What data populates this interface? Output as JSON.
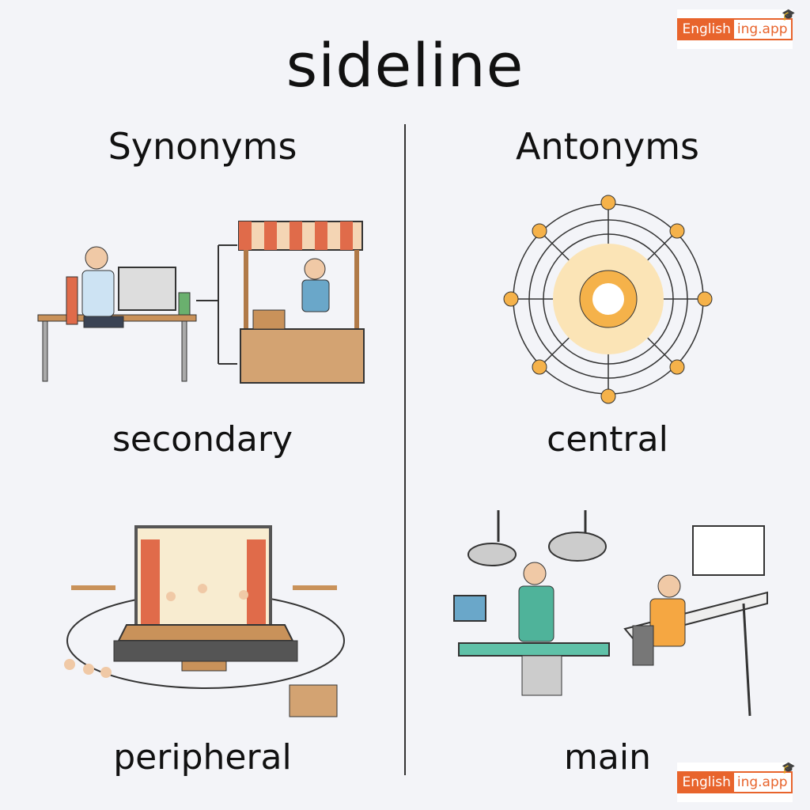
{
  "title": "sideline",
  "synonyms": {
    "heading": "Synonyms",
    "words": [
      "secondary",
      "peripheral"
    ]
  },
  "antonyms": {
    "heading": "Antonyms",
    "words": [
      "central",
      "main"
    ]
  },
  "logo": {
    "part1": "English",
    "part2": "ing.app"
  },
  "colors": {
    "accent": "#e8642c",
    "background": "#f3f4f8"
  }
}
